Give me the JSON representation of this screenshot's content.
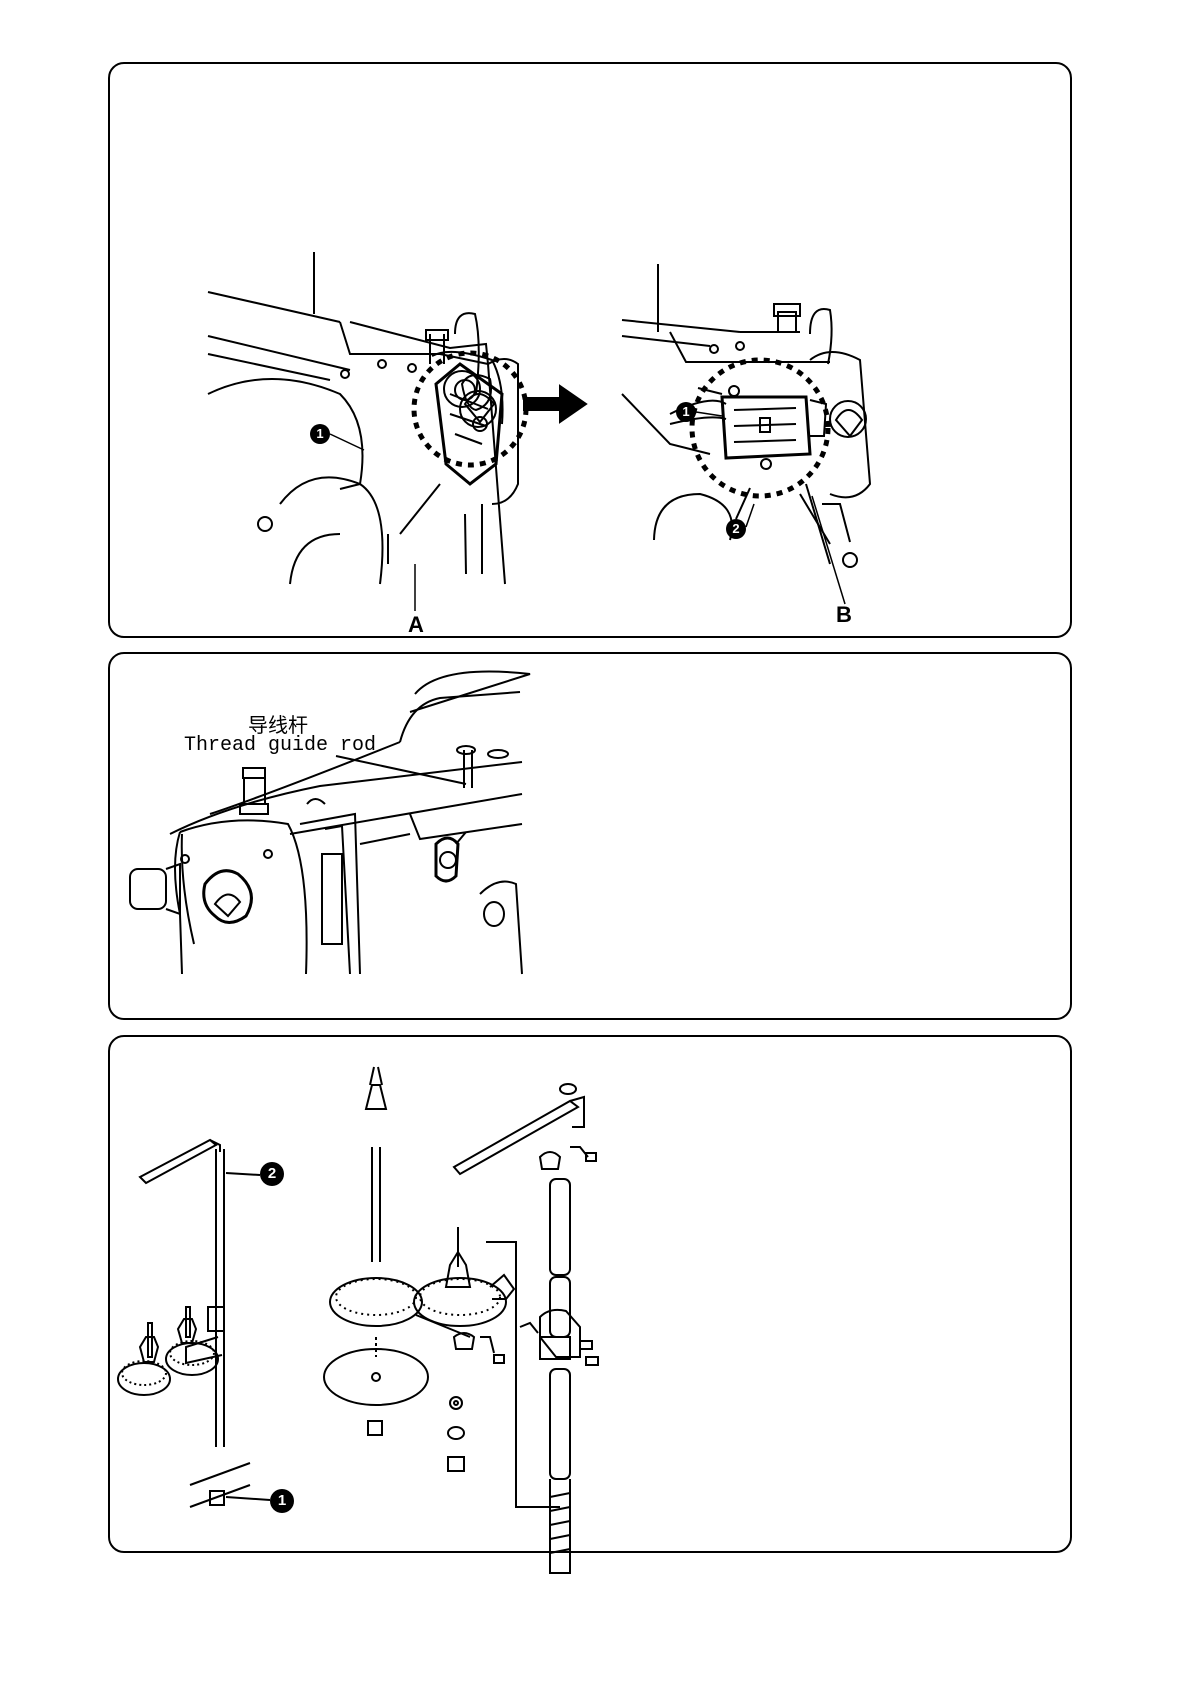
{
  "figures": {
    "head_step": {
      "label_a": "A",
      "label_b": "B",
      "callout_1": "1",
      "callout_2": "2"
    },
    "thread_guide": {
      "label_cn": "导线杆",
      "label_en": "Thread guide rod"
    },
    "thread_stand": {
      "callout_1": "1",
      "callout_2": "2"
    }
  }
}
